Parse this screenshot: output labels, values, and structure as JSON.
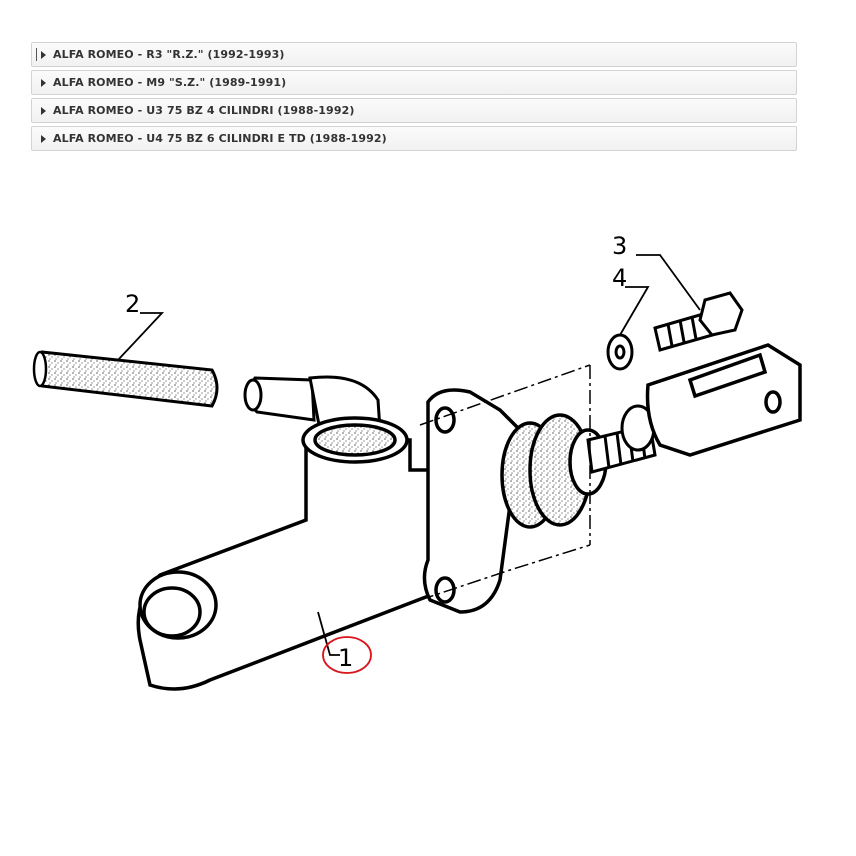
{
  "accordion": {
    "items": [
      {
        "label": "ALFA ROMEO - R3 \"R.Z.\" (1992-1993)"
      },
      {
        "label": "ALFA ROMEO - M9 \"S.Z.\" (1989-1991)"
      },
      {
        "label": "ALFA ROMEO - U3 75 BZ 4 CILINDRI (1988-1992)"
      },
      {
        "label": "ALFA ROMEO - U4 75 BZ 6 CILINDRI E TD (1988-1992)"
      }
    ]
  },
  "diagram": {
    "callouts": {
      "part1": "1",
      "part2": "2",
      "part3": "3",
      "part4": "4"
    },
    "highlight_color": "#d9141b"
  }
}
